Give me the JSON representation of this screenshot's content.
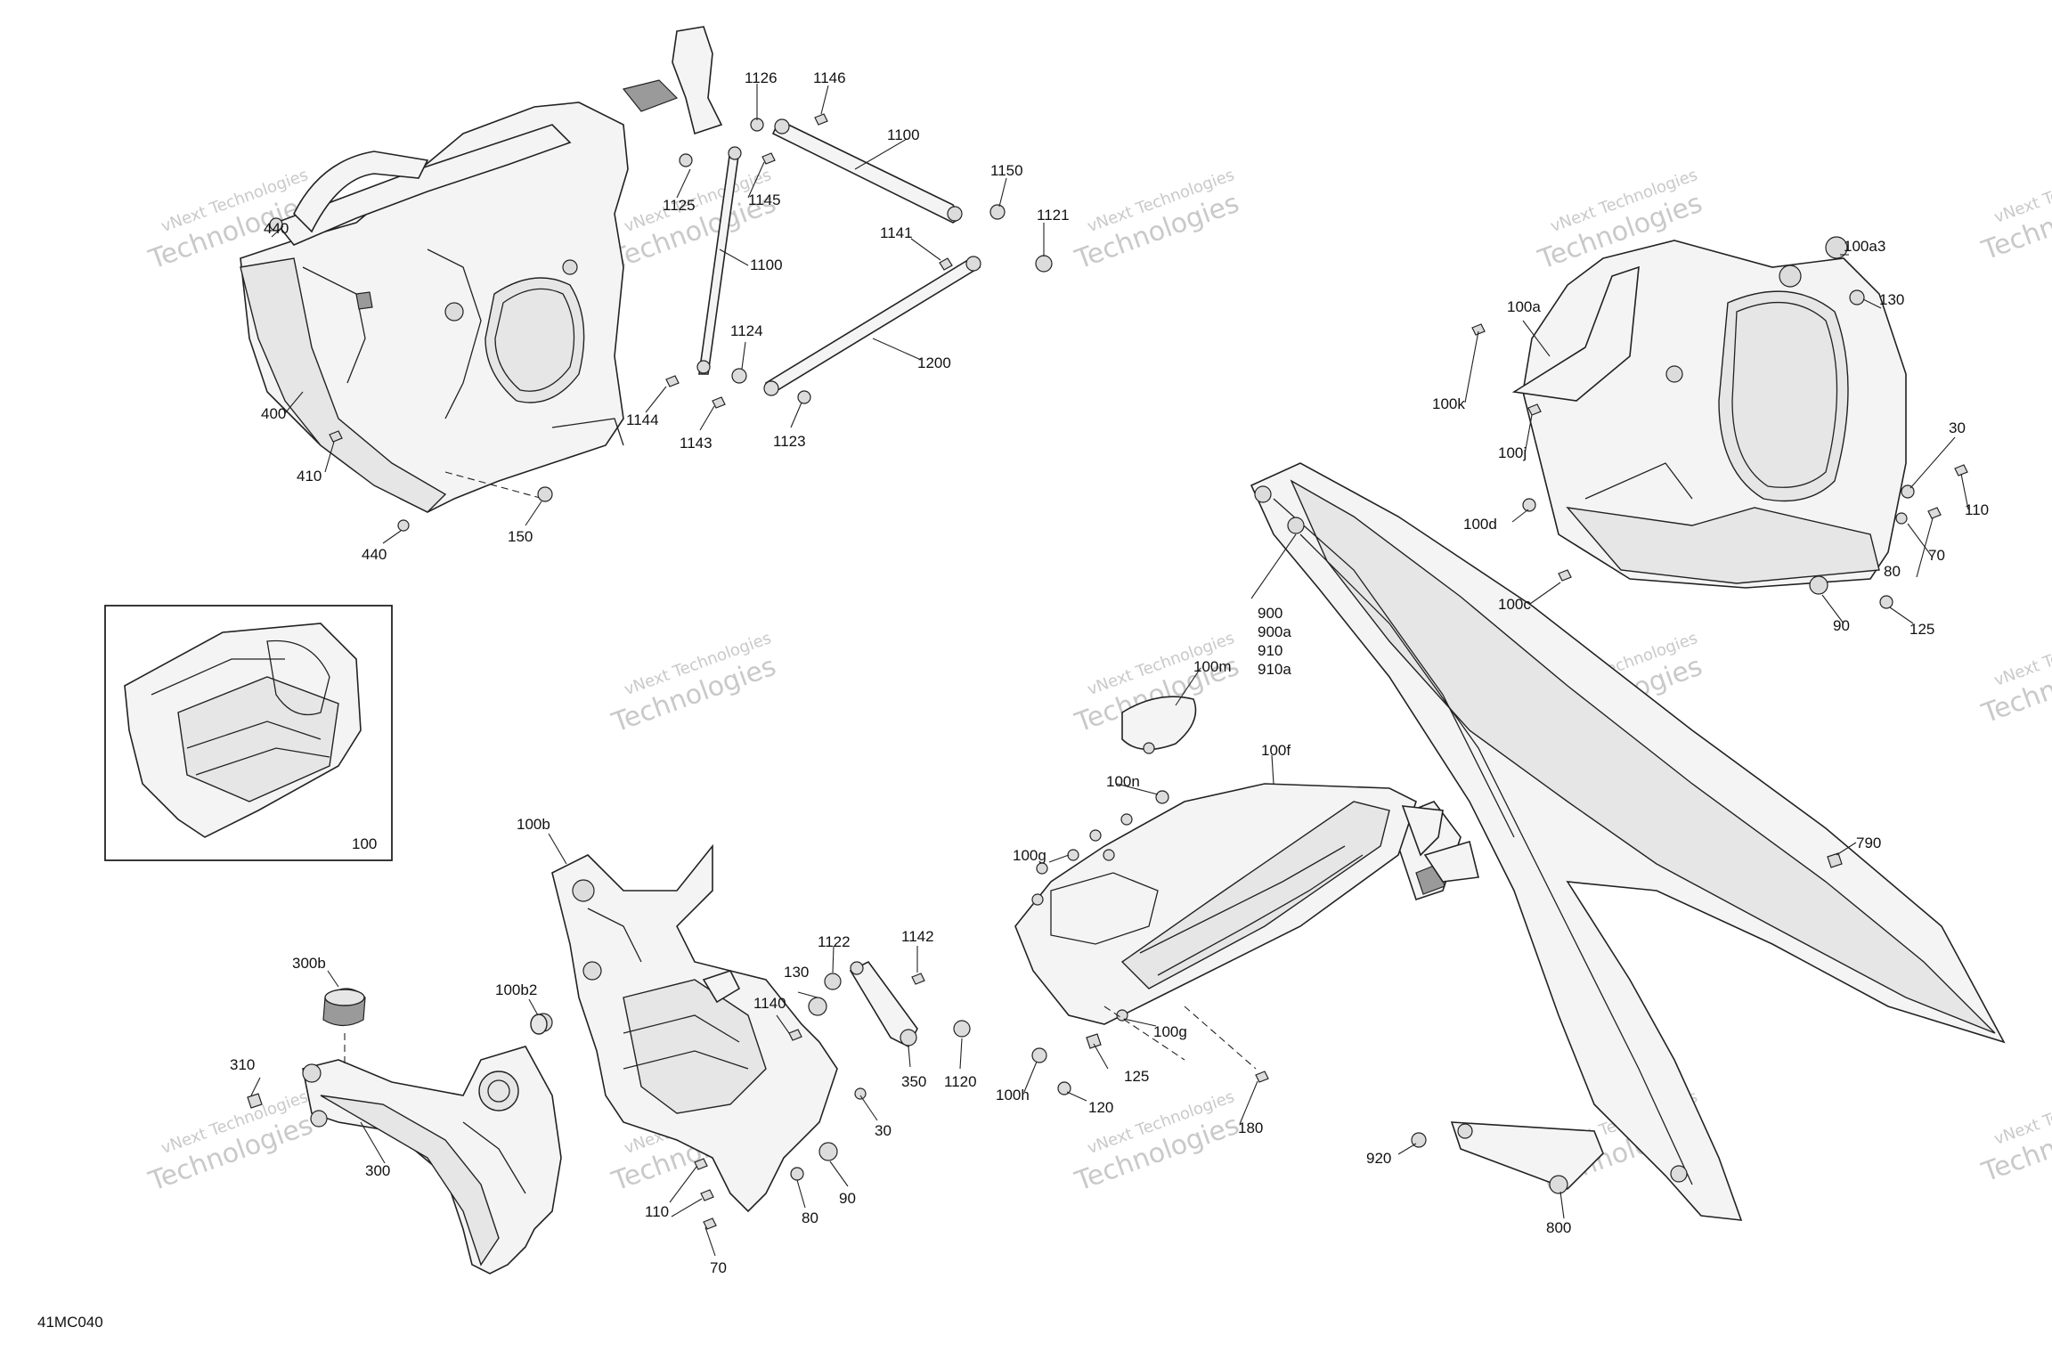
{
  "diagram": {
    "code": "41MC040",
    "inset_label": "100",
    "watermark_line1": "vNext Technologies",
    "watermark_line2": "Technologies",
    "callouts": {
      "c1126": "1126",
      "c1146": "1146",
      "c1100a": "1100",
      "c1150": "1150",
      "c1121": "1121",
      "c1141": "1141",
      "c1125": "1125",
      "c1145": "1145",
      "c1100b": "1100",
      "c1124": "1124",
      "c1200": "1200",
      "c1144": "1144",
      "c1143": "1143",
      "c1123": "1123",
      "c440a": "440",
      "c400": "400",
      "c410": "410",
      "c150": "150",
      "c440b": "440",
      "c100a3": "100a3",
      "c100a": "100a",
      "c130a": "130",
      "c100k": "100k",
      "c100j": "100j",
      "c30a": "30",
      "c110a": "110",
      "c100d": "100d",
      "c70a": "70",
      "c80a": "80",
      "c100c": "100c",
      "c90a": "90",
      "c125a": "125",
      "c900": "900",
      "c900a": "900a",
      "c910": "910",
      "c910a": "910a",
      "c100m": "100m",
      "c100f": "100f",
      "c100n": "100n",
      "c100g1": "100g",
      "c100g2": "100g",
      "c125b": "125",
      "c100h": "100h",
      "c120": "120",
      "c180": "180",
      "c790": "790",
      "c920": "920",
      "c800": "800",
      "c100b": "100b",
      "c300b": "300b",
      "c100b2": "100b2",
      "c310": "310",
      "c300": "300",
      "c1122": "1122",
      "c1142": "1142",
      "c130b": "130",
      "c1140": "1140",
      "c350": "350",
      "c1120": "1120",
      "c30b": "30",
      "c110b": "110",
      "c90b": "90",
      "c80b": "80",
      "c70b": "70"
    }
  }
}
